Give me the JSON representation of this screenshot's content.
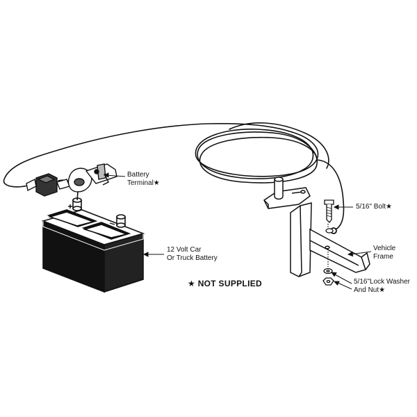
{
  "labels": {
    "battery_terminal": [
      "Battery",
      "Terminal★"
    ],
    "battery": [
      "12 Volt Car",
      "Or Truck Battery"
    ],
    "bolt": "5/16\" Bolt★",
    "vehicle_frame": [
      "Vehicle",
      "Frame"
    ],
    "lock_washer": [
      "5/16\"Lock Washer",
      "And Nut★"
    ],
    "not_supplied": "★ NOT SUPPLIED"
  }
}
